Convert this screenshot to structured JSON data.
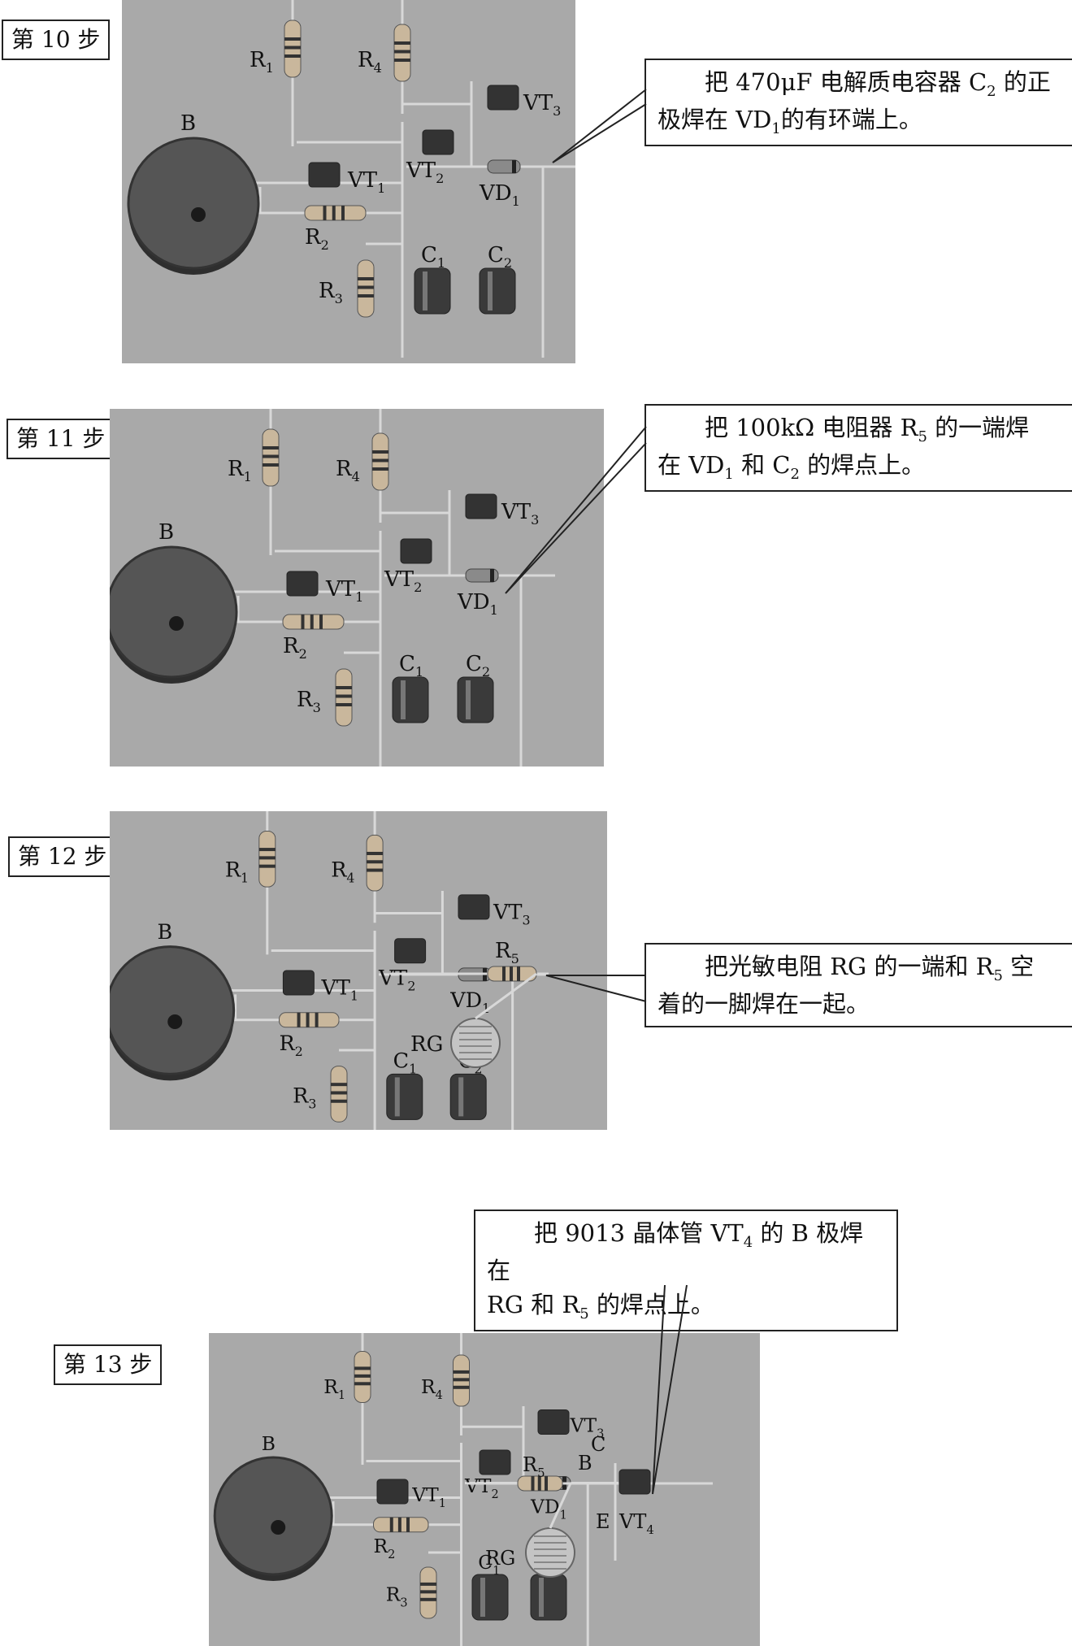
{
  "steps": [
    {
      "label": "第 10 步",
      "note": {
        "line1": [
          {
            "t": "把 470μF 电解质电容器 C"
          },
          {
            "s": "2"
          },
          {
            "t": " 的正"
          }
        ],
        "line2": [
          {
            "t": "极焊在 VD"
          },
          {
            "s": "1"
          },
          {
            "t": "的有环端上。"
          }
        ]
      }
    },
    {
      "label": "第 11 步",
      "note": {
        "line1": [
          {
            "t": "把 100kΩ 电阻器 R"
          },
          {
            "s": "5"
          },
          {
            "t": " 的一端焊"
          }
        ],
        "line2": [
          {
            "t": "在 VD"
          },
          {
            "s": "1"
          },
          {
            "t": " 和 C"
          },
          {
            "s": "2"
          },
          {
            "t": " 的焊点上。"
          }
        ]
      }
    },
    {
      "label": "第 12 步",
      "note": {
        "line1": [
          {
            "t": "把光敏电阻 RG 的一端和 R"
          },
          {
            "s": "5"
          },
          {
            "t": " 空"
          }
        ],
        "line2": [
          {
            "t": "着的一脚焊在一起。"
          }
        ]
      }
    },
    {
      "label": "第 13 步",
      "note": {
        "line1": [
          {
            "t": "把 9013 晶体管 VT"
          },
          {
            "s": "4"
          },
          {
            "t": " 的 B 极焊在"
          }
        ],
        "line2": [
          {
            "t": "RG 和 R"
          },
          {
            "s": "5"
          },
          {
            "t": " 的焊点上。"
          }
        ]
      }
    }
  ],
  "component_labels": {
    "B": "B",
    "R1": {
      "base": "R",
      "sub": "1"
    },
    "R2": {
      "base": "R",
      "sub": "2"
    },
    "R3": {
      "base": "R",
      "sub": "3"
    },
    "R4": {
      "base": "R",
      "sub": "4"
    },
    "R5": {
      "base": "R",
      "sub": "5"
    },
    "VT1": {
      "base": "VT",
      "sub": "1"
    },
    "VT2": {
      "base": "VT",
      "sub": "2"
    },
    "VT3": {
      "base": "VT",
      "sub": "3"
    },
    "VT4": {
      "base": "VT",
      "sub": "4"
    },
    "VD1": {
      "base": "VD",
      "sub": "1"
    },
    "C1": {
      "base": "C",
      "sub": "1"
    },
    "C2": {
      "base": "C",
      "sub": "2"
    },
    "RG": "RG",
    "pin_B": "B",
    "pin_C": "C",
    "pin_E": "E"
  },
  "colors": {
    "photo_bg": "#a9a9a9",
    "border": "#222222"
  }
}
